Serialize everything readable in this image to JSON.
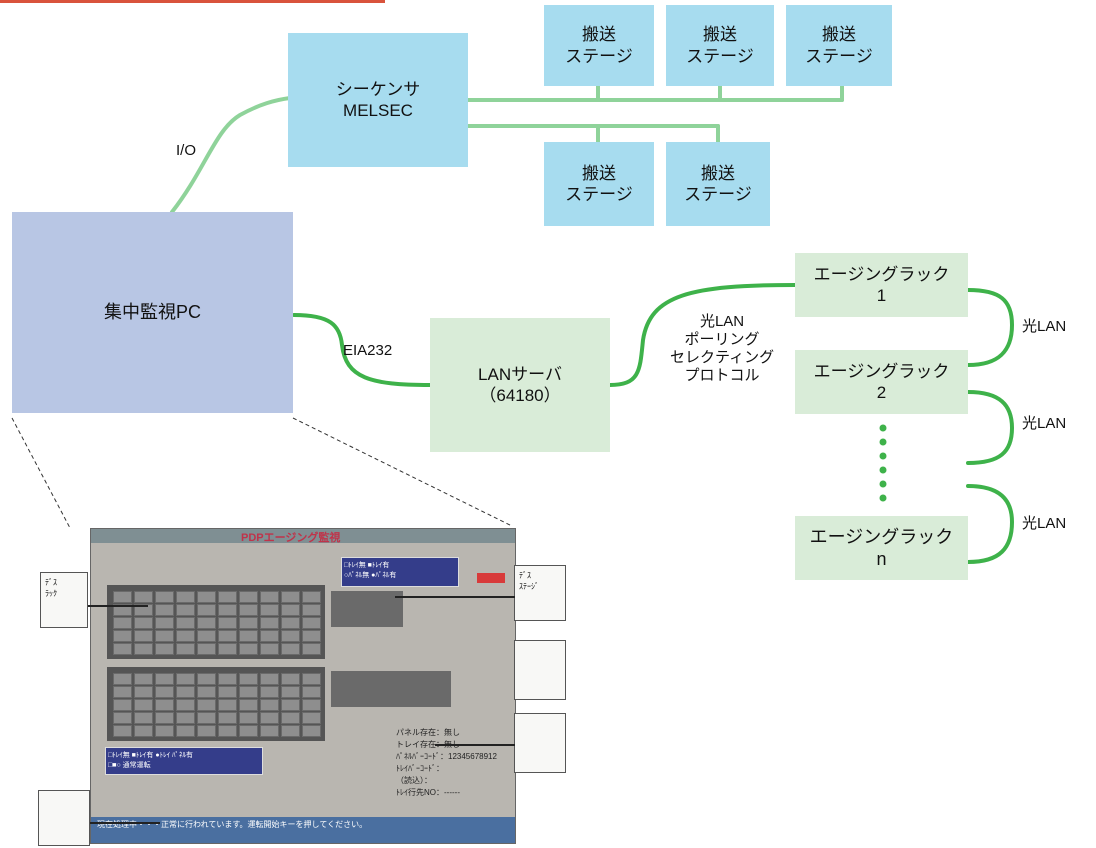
{
  "diagram": {
    "sequencer": "シーケンサ\nMELSEC",
    "transport_stage": "搬送\nステージ",
    "central_pc": "集中監視PC",
    "lan_server": "LANサーバ\n（64180）",
    "aging_rack_1": "エージングラック\n1",
    "aging_rack_2": "エージングラック\n2",
    "aging_rack_n": "エージングラック\nn",
    "io_label": "I/O",
    "eia_label": "EIA232",
    "optical_lan": "光LAN",
    "protocol_label": "光LAN\nポーリング\nセレクティング\nプロトコル"
  },
  "screenshot": {
    "title": "PDPエージング監視",
    "rack_callout": "ﾃﾞｽ\nﾗｯｸ",
    "stage_callout": "ﾃﾞｽ\nｽﾃｰｼﾞ",
    "info_lines": [
      "パネル存在：無し",
      "トレイ存在：無し",
      "ﾊﾟﾈﾙﾊﾞｰｺｰﾄﾞ：12345678912",
      "ﾄﾚｲﾊﾞｰｺｰﾄﾞ：",
      "（読込）：",
      "ﾄﾚｲ行先NO：------"
    ],
    "legend_top": "□ﾄﾚｲ無 ■ﾄﾚｲ有\n○ﾊﾟﾈﾙ無 ●ﾊﾟﾈﾙ有",
    "legend_bottom": "□ﾄﾚｲ無 ■ﾄﾚｲ有 ●ﾄﾚｲ ﾊﾟﾈﾙ有\n□■○ 通常運転",
    "status_text": "現在処理中・・・正常に行われています。運転開始キーを押してください。"
  },
  "colors": {
    "sequencer_box": "#a7dcef",
    "pc_box": "#b8c6e4",
    "rack_box": "#d9ecd8",
    "wire": "#8fd39a",
    "wire_dark": "#3eb24a",
    "accent_bar": "#d9533c"
  }
}
